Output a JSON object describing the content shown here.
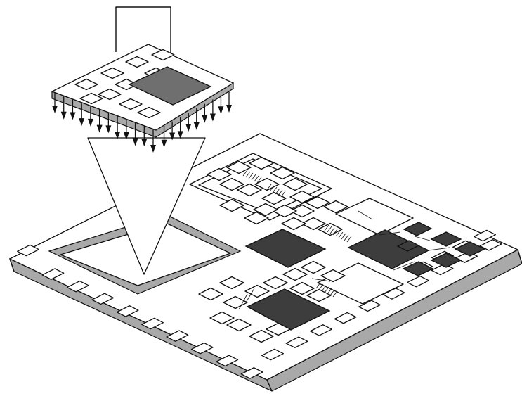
{
  "figure": {
    "kind": "isometric-illustration",
    "subject": [
      "gripper-arm",
      "chip-module",
      "placement-arrow",
      "carrier-substrate"
    ],
    "colors": {
      "outline": "#111111",
      "die_dark": "#3d3d3d",
      "die_medium": "#6f6f6f",
      "edge_shadow": "#a9a9a9",
      "surface": "#ffffff"
    }
  }
}
